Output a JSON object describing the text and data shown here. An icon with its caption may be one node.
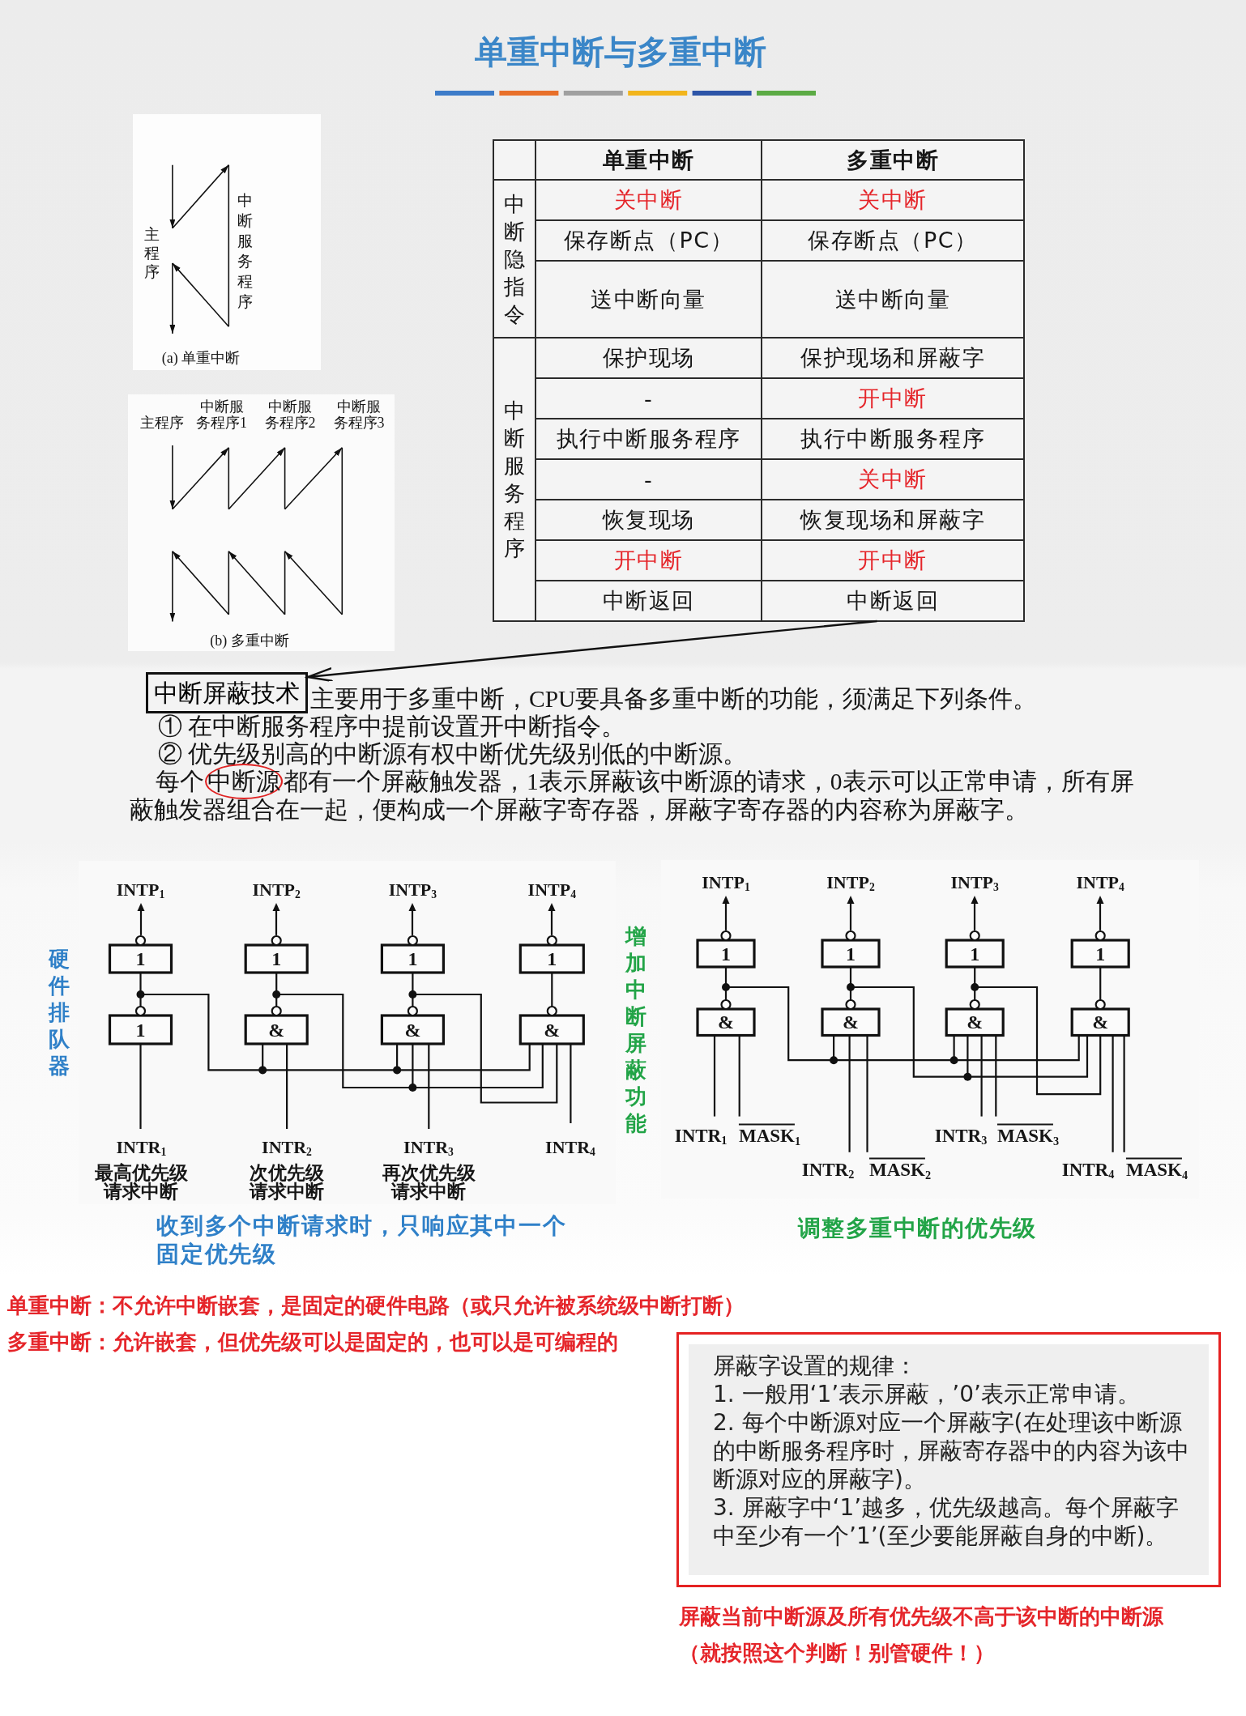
{
  "diagram": {
    "title": "单重中断与多重中断",
    "nodes": [
      {
        "text": [
          "中断返回"
        ]
      },
      {
        "text": [
          "中断屏蔽技术"
        ]
      },
      {
        "text": [
          "屏蔽字设置的规律：",
          "1. 一般用‘1’表示屏蔽，’0’表示正常申请。",
          "2. 每个中断源对应一个屏蔽字(在处理该中断源的中断服务程序时，屏蔽寄存器中的内容为该中断源对应的屏蔽字)。",
          "3. 屏蔽字中‘1’越多，优先级越高。每个屏蔽字中至少有一个’1’(至少要能屏蔽自身的中断)。"
        ],
        "beside": [
          "屏蔽当前中断源及所有优先级不高于该中断的中断源",
          "（就按照这个判断！别管硬件！）"
        ]
      }
    ],
    "edges": [
      {
        "from": 0,
        "to": 1,
        "arrow": "to"
      }
    ],
    "labels": [
      "主程序",
      "中断服务程序",
      "(a) 单重中断",
      "主程序",
      "中断服务程序1",
      "中断服务程序2",
      "中断服务程序3",
      "(b) 多重中断",
      "单重中断",
      "多重中断",
      "中断隐指令",
      "关中断",
      "关中断",
      "保存断点（PC）",
      "保存断点（PC）",
      "送中断向量",
      "送中断向量",
      "中断服务程序",
      "保护现场",
      "保护现场和屏蔽字",
      "-",
      "开中断",
      "执行中断服务程序",
      "执行中断服务程序",
      "-",
      "关中断",
      "恢复现场",
      "恢复现场和屏蔽字",
      "开中断",
      "开中断",
      "中断返回",
      "主要用于多重中断，CPU要具备多重中断的功能，须满足下列条件。",
      "① 在中断服务程序中提前设置开中断指令。",
      "② 优先级别高的中断源有权中断优先级别低的中断源。",
      "每个中断源都有一个屏蔽触发器，1表示屏蔽该中断源的请求，0表示可以正常申请，所有屏蔽触发器组合在一起，便构成一个屏蔽字寄存器，屏蔽字寄存器的内容称为屏蔽字。",
      "硬件排队器",
      "INTP$_{1}$",
      "INTP$_{2}$",
      "INTP$_{3}$",
      "INTP$_{4}$",
      "1",
      "1",
      "1",
      "1",
      "1",
      "&",
      "&",
      "&",
      "INTR$_{1}$",
      "INTR$_{2}$",
      "INTR$_{3}$",
      "INTR$_{4}$",
      "最高优先级请求中断",
      "次优先级请求中断",
      "再次优先级请求中断",
      "收到多个中断请求时，只响应其中一个",
      "固定优先级",
      "增加中断屏蔽功能",
      "INTP$_{1}$",
      "INTP$_{2}$",
      "INTP$_{3}$",
      "INTP$_{4}$",
      "1",
      "1",
      "1",
      "1",
      "&",
      "&",
      "&",
      "&",
      "INTR$_{1}$",
      "MASK$_{1}$",
      "INTR$_{3}$",
      "MASK$_{3}$",
      "INTR$_{2}$",
      "MASK$_{2}$",
      "INTR$_{4}$",
      "MASK$_{4}$",
      "调整多重中断的优先级",
      "单重中断：不允许中断嵌套，是固定的硬件电路（或只允许被系统级中断打断）",
      "多重中断：允许嵌套，但优先级可以是固定的，也可以是可编程的"
    ]
  }
}
